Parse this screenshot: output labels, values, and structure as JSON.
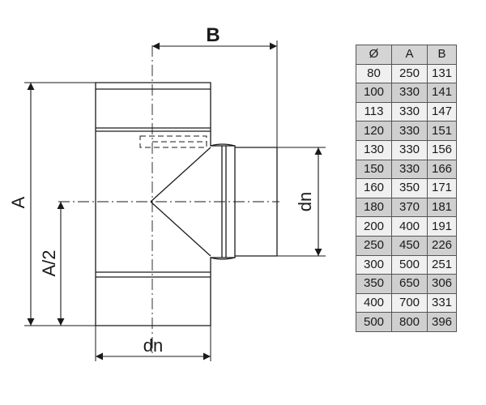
{
  "drawing": {
    "labels": {
      "B": "B",
      "A": "A",
      "A_half": "A/2",
      "dn_bottom": "dn",
      "dn_side": "dn"
    }
  },
  "table": {
    "headers": [
      "Ø",
      "A",
      "B"
    ],
    "rows": [
      [
        "80",
        "250",
        "131"
      ],
      [
        "100",
        "330",
        "141"
      ],
      [
        "113",
        "330",
        "147"
      ],
      [
        "120",
        "330",
        "151"
      ],
      [
        "130",
        "330",
        "156"
      ],
      [
        "150",
        "330",
        "166"
      ],
      [
        "160",
        "350",
        "171"
      ],
      [
        "180",
        "370",
        "181"
      ],
      [
        "200",
        "400",
        "191"
      ],
      [
        "250",
        "450",
        "226"
      ],
      [
        "300",
        "500",
        "251"
      ],
      [
        "350",
        "650",
        "306"
      ],
      [
        "400",
        "700",
        "331"
      ],
      [
        "500",
        "800",
        "396"
      ]
    ]
  }
}
